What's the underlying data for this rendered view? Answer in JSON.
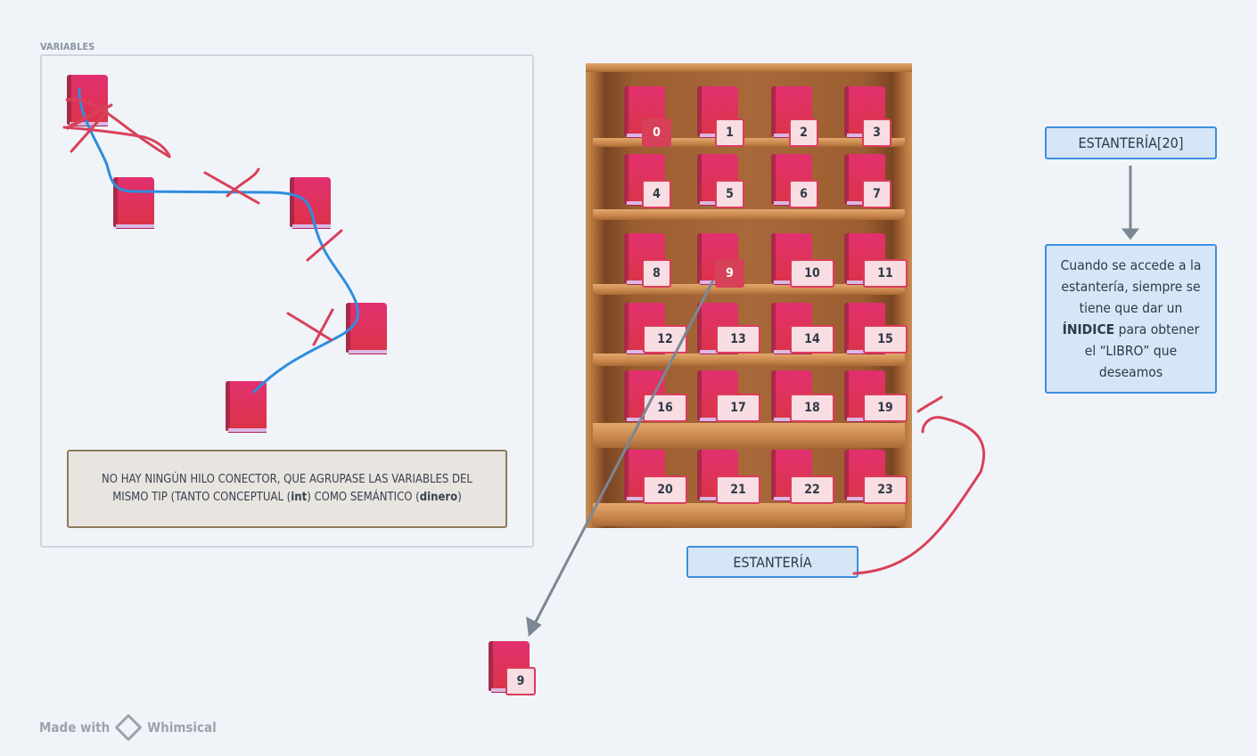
{
  "variables_frame": {
    "title": "VARIABLES",
    "note_line1": "NO HAY NINGÚN HILO CONECTOR, QUE AGRUPASE LAS VARIABLES DEL",
    "note_line2_a": "MISMO TIP (TANTO CONCEPTUAL (",
    "note_bold1": "int",
    "note_line2_b": ") COMO SEMÁNTICO (",
    "note_bold2": "dinero",
    "note_line2_c": ")"
  },
  "shelf": {
    "indices": [
      "0",
      "1",
      "2",
      "3",
      "4",
      "5",
      "6",
      "7",
      "8",
      "9",
      "10",
      "11",
      "12",
      "13",
      "14",
      "15",
      "16",
      "17",
      "18",
      "19",
      "20",
      "21",
      "22",
      "23"
    ],
    "highlighted": [
      "0",
      "9"
    ],
    "label": "ESTANTERÍA"
  },
  "extracted_book": {
    "index": "9"
  },
  "array_box": {
    "label": "ESTANTERÍA[20]"
  },
  "explanation": {
    "part1": "Cuando se accede a la estantería, siempre se tiene que dar un ",
    "bold": "ÍNIDICE",
    "part2": " para obtener el “LIBRO” que deseamos"
  },
  "watermark": {
    "prefix": "Made with",
    "brand": "Whimsical"
  },
  "colors": {
    "book": "#e2306f",
    "blue_line": "#2f8de0",
    "red_mark": "#d9405a",
    "box_border": "#3d8ee0"
  }
}
